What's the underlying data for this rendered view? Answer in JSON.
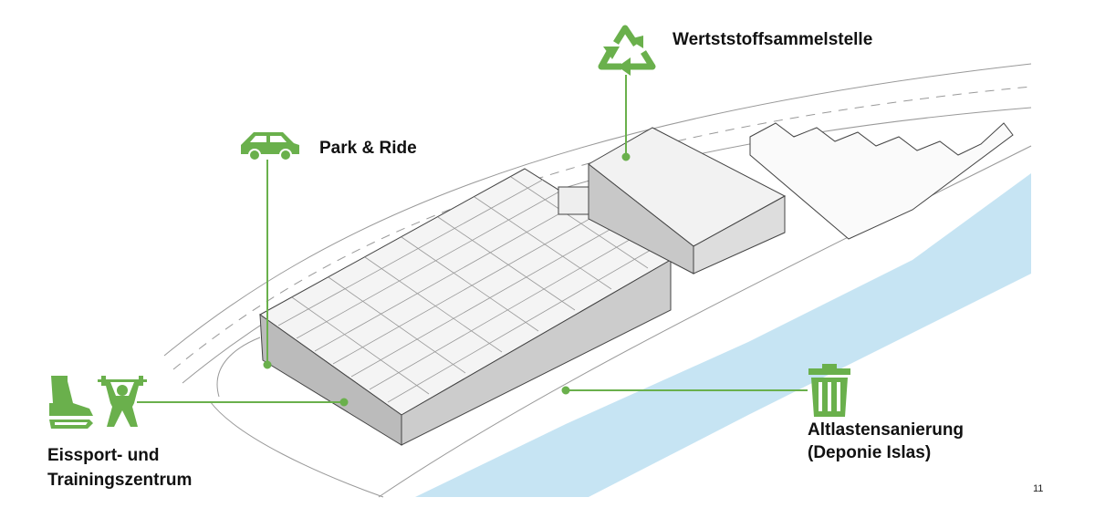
{
  "labels": {
    "recycling": "Wertststoffsammelstelle",
    "park_ride": "Park & Ride",
    "ice_sport_line1": "Eissport- und",
    "ice_sport_line2": "Trainingszentrum",
    "landfill_line1": "Altlastensanierung",
    "landfill_line2": "(Deponie Islas)"
  },
  "page_number": "11",
  "colors": {
    "accent": "#6ab04c",
    "river": "#c6e4f3",
    "line": "#555555"
  }
}
